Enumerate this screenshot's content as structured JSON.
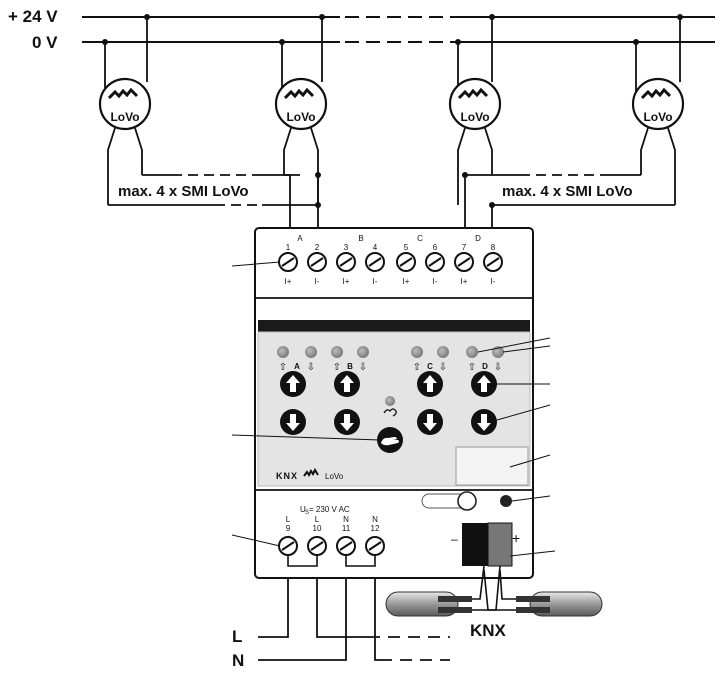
{
  "supply": {
    "plus_label": "+ 24 V",
    "zero_label": "0 V"
  },
  "motors": [
    {
      "logo": "SMI",
      "name": "LoVo"
    },
    {
      "logo": "SMI",
      "name": "LoVo"
    },
    {
      "logo": "SMI",
      "name": "LoVo"
    },
    {
      "logo": "SMI",
      "name": "LoVo"
    }
  ],
  "group_notes": [
    "max. 4 x SMI LoVo",
    "max. 4 x SMI LoVo"
  ],
  "channels": [
    "A",
    "B",
    "C",
    "D"
  ],
  "output_terminals": [
    {
      "num": "1",
      "pol": "I+"
    },
    {
      "num": "2",
      "pol": "I-"
    },
    {
      "num": "3",
      "pol": "I+"
    },
    {
      "num": "4",
      "pol": "I-"
    },
    {
      "num": "5",
      "pol": "I+"
    },
    {
      "num": "6",
      "pol": "I-"
    },
    {
      "num": "7",
      "pol": "I+"
    },
    {
      "num": "8",
      "pol": "I-"
    }
  ],
  "panel": {
    "channel_labels": [
      "A",
      "B",
      "C",
      "D"
    ],
    "brand_knx": "KNX",
    "brand_smi": "SMI",
    "brand_lovo": "LoVo"
  },
  "power": {
    "voltage_label": "U",
    "voltage_sub": "S",
    "voltage_value": " = 230 V AC",
    "terminals": [
      {
        "name": "L",
        "num": "9"
      },
      {
        "name": "L",
        "num": "10"
      },
      {
        "name": "N",
        "num": "11"
      },
      {
        "name": "N",
        "num": "12"
      }
    ]
  },
  "mains": {
    "l_label": "L",
    "n_label": "N"
  },
  "bus": {
    "label": "KNX",
    "plus": "+",
    "minus": "–"
  }
}
